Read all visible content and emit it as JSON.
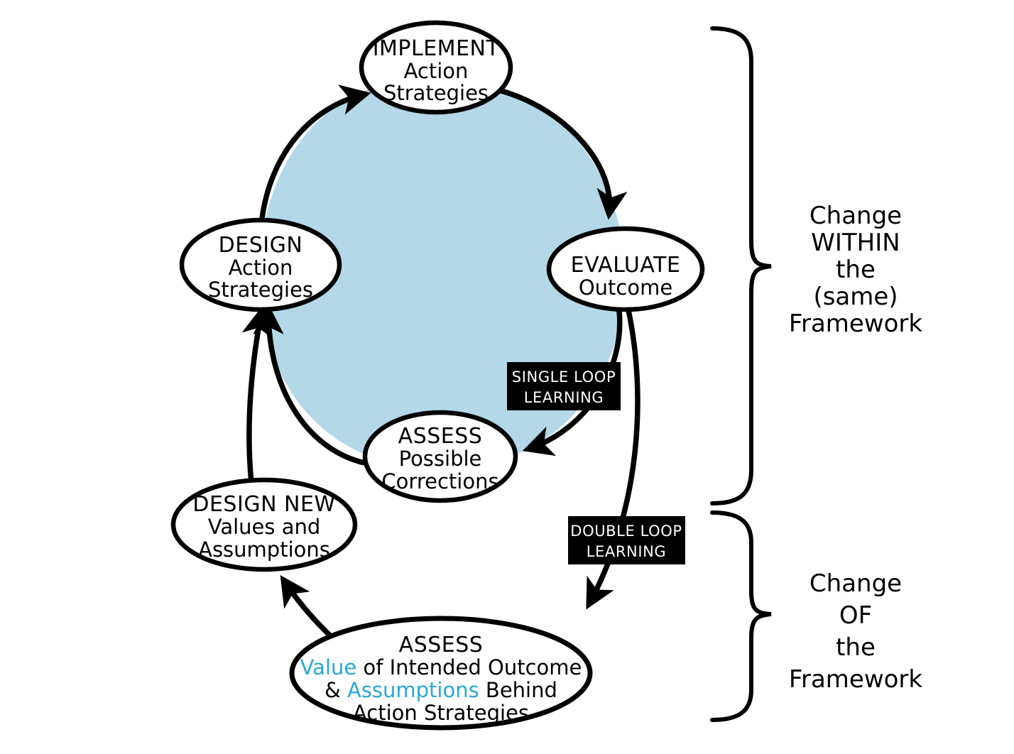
{
  "title": "Single Loop and Double Loop Learning Diagram",
  "colors": {
    "loop_fill": "#b4d8e8",
    "accent": "#29A8D8",
    "stroke": "#000000",
    "tag_bg": "#000000",
    "tag_fg": "#ffffff",
    "node_fill": "#ffffff",
    "background": "#ffffff"
  },
  "nodes": [
    {
      "id": "implement",
      "lines": [
        {
          "text": "IMPLEMENT",
          "style": "caps"
        },
        {
          "text": "Action",
          "style": "norm"
        },
        {
          "text": "Strategies",
          "style": "norm"
        }
      ]
    },
    {
      "id": "evaluate",
      "lines": [
        {
          "text": "EVALUATE",
          "style": "caps"
        },
        {
          "text": "Outcome",
          "style": "norm"
        }
      ]
    },
    {
      "id": "assess-possible",
      "lines": [
        {
          "text": "ASSESS",
          "style": "caps"
        },
        {
          "text": "Possible",
          "style": "norm"
        },
        {
          "text": "Corrections",
          "style": "norm"
        }
      ]
    },
    {
      "id": "design",
      "lines": [
        {
          "text": "DESIGN",
          "style": "caps"
        },
        {
          "text": "Action",
          "style": "norm"
        },
        {
          "text": "Strategies",
          "style": "norm"
        }
      ]
    },
    {
      "id": "design-new",
      "lines": [
        {
          "text": "DESIGN NEW",
          "style": "caps"
        },
        {
          "text": "Values and",
          "style": "norm"
        },
        {
          "text": "Assumptions",
          "style": "norm"
        }
      ]
    },
    {
      "id": "assess-values",
      "lines": [
        {
          "text": "ASSESS",
          "style": "caps"
        },
        {
          "text": "Value of Intended Outcome",
          "style": "norm"
        },
        {
          "text": "& Assumptions Behind",
          "style": "norm"
        },
        {
          "text": "Action Strategies",
          "style": "norm"
        }
      ]
    }
  ],
  "assess_values_rich": {
    "line1": "ASSESS",
    "line2": {
      "a": "Value",
      "b": " of Intended Outcome"
    },
    "line3": {
      "a": "& ",
      "b": "Assumptions",
      "c": " Behind"
    },
    "line4": "Action Strategies"
  },
  "tags": [
    {
      "id": "single-loop",
      "line1": "SINGLE LOOP",
      "line2": "LEARNING"
    },
    {
      "id": "double-loop",
      "line1": "DOUBLE LOOP",
      "line2": "LEARNING"
    }
  ],
  "braces": [
    {
      "id": "within",
      "lines": [
        "Change",
        "WITHIN",
        "the",
        "(same)",
        "Framework"
      ]
    },
    {
      "id": "of",
      "lines": [
        "Change",
        "OF",
        "the",
        "Framework"
      ]
    }
  ]
}
